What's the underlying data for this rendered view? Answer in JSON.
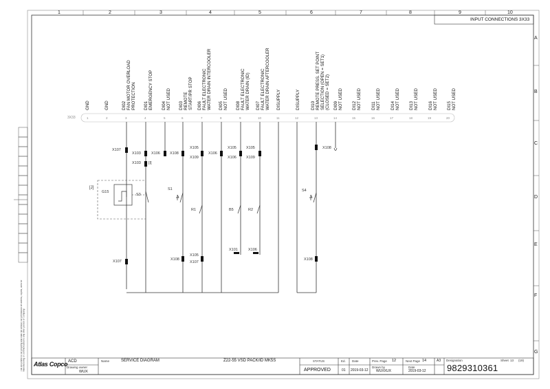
{
  "sheet": {
    "title": "INPUT CONNECTIONS 3X33",
    "column_numbers": [
      "1",
      "2",
      "3",
      "4",
      "5",
      "6",
      "7",
      "8",
      "9",
      "10"
    ],
    "row_letters": [
      "A",
      "B",
      "C",
      "D",
      "E",
      "F",
      "G"
    ]
  },
  "signals": [
    {
      "label": "GND"
    },
    {
      "label": "GND"
    },
    {
      "label": "DI02\nFAN MOTOR OVERLOAD\nPROTECTION"
    },
    {
      "label": "DI01\nEMERGENCY STOP"
    },
    {
      "label": "DI04\nNOT USED"
    },
    {
      "label": "DI03\nREMOTE\nSTART/PR STOP"
    },
    {
      "label": "DI06\nFAULT ELECTRONIC\nWATER DRAIN INTERCOOLER"
    },
    {
      "label": "DI05\nNOT USED"
    },
    {
      "label": "DI08\nFAULT ELECTRONIC\nWATER DRAIN (ID)"
    },
    {
      "label": "DI07\nFAULT ELECTRONIC\nWATER DRAIN AFTERCOOLER"
    },
    {
      "label": "DISUPPLY"
    },
    {
      "label": "DISUPPLY"
    },
    {
      "label": "DI10\nREMOTE PRESS. SET POINT\nSELECTION (OPEN = SET1)\n(CLOSED = SET2)"
    },
    {
      "label": "DI09\nNOT USED"
    },
    {
      "label": "DI12\nNOT USED"
    },
    {
      "label": "DI11\nNOT USED"
    },
    {
      "label": "DI14\nNOT USED"
    },
    {
      "label": "DI13\nNOT USED"
    },
    {
      "label": "DI16\nNOT USED"
    },
    {
      "label": "DI15\nNOT USED"
    }
  ],
  "terminal_strip": {
    "name": "3X33",
    "numbers": [
      "1",
      "2",
      "3",
      "4",
      "5",
      "6",
      "7",
      "8",
      "9",
      "10",
      "11",
      "12",
      "13",
      "14",
      "15",
      "16",
      "17",
      "18",
      "19",
      "20"
    ]
  },
  "components": {
    "x107a": "X107",
    "x103a": "X103",
    "x103b": "X103",
    "x103_tag": "[I]",
    "x106a": "X106",
    "x108a": "X108",
    "x105a": "X105",
    "x109a": "X109",
    "x106b": "X106",
    "x105b": "X105",
    "x106c": "X106",
    "x105c": "X105",
    "x109b": "X109",
    "x108b": "X108",
    "g15_tag": "[J]",
    "g15": "G15",
    "s3": "S3",
    "s1": "S1",
    "r1": "R1",
    "b5": "B5",
    "r2": "R2",
    "s4": "S4",
    "x107b": "X107",
    "x108c": "X108",
    "x105d": "X105",
    "x107c": "X107",
    "x108d": "X108",
    "x101": "X101",
    "x106d": "X106"
  },
  "title_block": {
    "company": "Atlas Copco",
    "dept": "ACD",
    "drawing_owner_label": "Drawing owner",
    "drawing_owner": "WUX",
    "name_label": "Name",
    "name": "SERVICE DIAGRAM",
    "product": "Z22-55 VSD PACK/ID MK5S",
    "status_label": "STATUS",
    "status": "APPROVED",
    "ed_label": "Ed.",
    "ed": "01",
    "date_label": "Date",
    "date": "2019-03-12",
    "prev_page_label": "Prev. Page",
    "prev_page": "12",
    "next_page_label": "Next Page",
    "next_page": "14",
    "format": "A3",
    "drawn_by_label": "Drawn by",
    "drawn_by": "WUXXUX",
    "date2_label": "Date",
    "date2": "2019-03-12",
    "designation_label": "Designation",
    "designation": "9829310361",
    "sheet_label": "Sheet",
    "sheet": "13",
    "sheet_total": "(19)"
  },
  "side_notice": "This document is our property and shall not without our permission be altered, copied, used for manufacturing or communicated to any other person or company."
}
